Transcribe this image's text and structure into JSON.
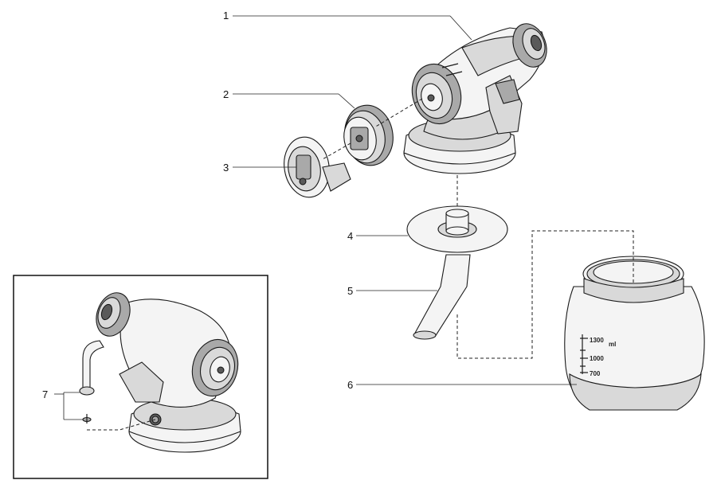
{
  "callouts": {
    "c1": "1",
    "c2": "2",
    "c3": "3",
    "c4": "4",
    "c5": "5",
    "c6": "6",
    "c7": "7"
  },
  "container_scale": {
    "unit": "ml",
    "mark_1300": "1300",
    "mark_1000": "1000",
    "mark_700": "700"
  },
  "colors": {
    "line": "#1a1a1a",
    "light": "#f4f4f4",
    "mid": "#d9d9d9",
    "dark": "#5a5a5a"
  }
}
